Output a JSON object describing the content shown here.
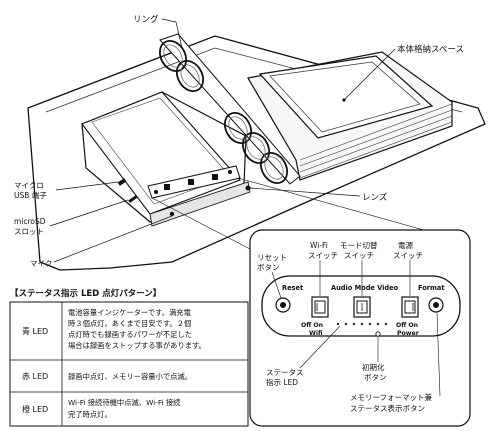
{
  "labels": {
    "ring": "リング",
    "body_storage": "本体格納スペース",
    "micro_usb": [
      "マイクロ",
      "USB 端子"
    ],
    "microsd": [
      "microSD",
      "スロット"
    ],
    "mic": "マイク",
    "lens": "レンズ"
  },
  "panel": {
    "reset_button": [
      "リセット",
      "ボタン"
    ],
    "wifi_switch": [
      "Wi-Fi",
      "スイッチ"
    ],
    "mode_switch": [
      "モード切替",
      "スイッチ"
    ],
    "power_switch": [
      "電源",
      "スイッチ"
    ],
    "printed": {
      "reset": "Reset",
      "audio_mode_video": "Audio Mode Video",
      "format": "Format",
      "off_on_left": "Off  On",
      "wifi": "Wifi",
      "off_on_right": "Off  On",
      "power": "Power"
    },
    "status_led": [
      "ステータス",
      "指示 LED"
    ],
    "init_button": [
      "初期化",
      "ボタン"
    ],
    "format_button": [
      "メモリーフォーマット兼",
      "ステータス表示ボタン"
    ]
  },
  "led_table": {
    "title": "【ステータス指示 LED 点灯パターン】",
    "rows": [
      {
        "name": "青 LED",
        "lines": [
          "電池容量インジケーターです。満充電",
          "時３個点灯。あくまで目安です。２個",
          "点灯時でも録画するパワーが不足した",
          "場合は録画をストップする事があります。"
        ]
      },
      {
        "name": "赤 LED",
        "lines": [
          "録画中点灯、メモリー容量小で点滅。"
        ]
      },
      {
        "name": "橙 LED",
        "lines": [
          "Wi-Fi 接続待機中点滅、Wi-Fi 接続",
          "完了時点灯。"
        ]
      }
    ]
  }
}
